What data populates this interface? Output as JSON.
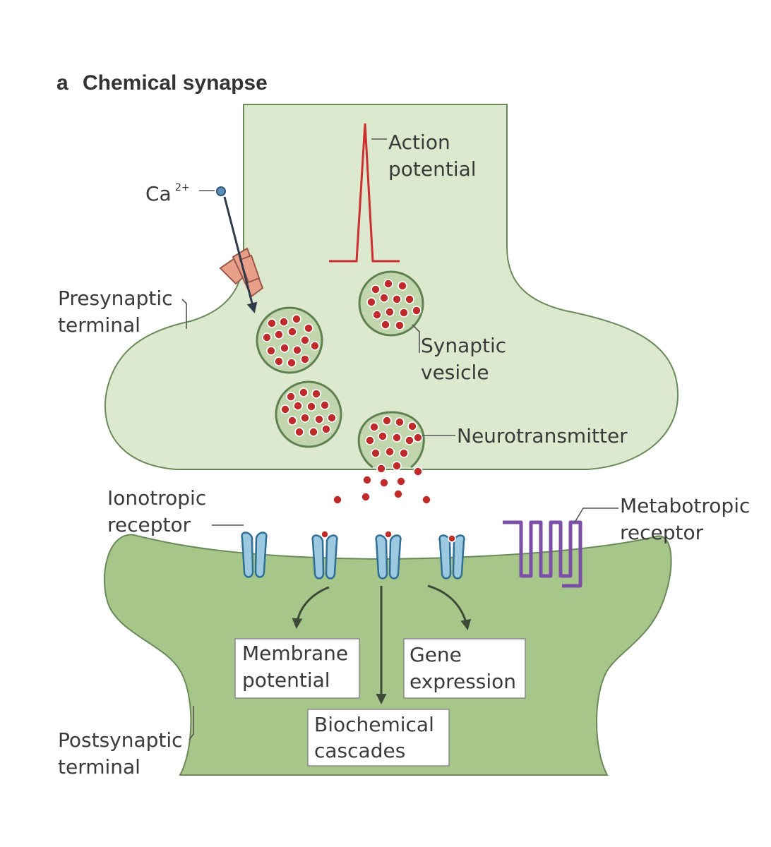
{
  "heading": {
    "letter": "a",
    "title": "Chemical synapse"
  },
  "labels": {
    "action_potential": [
      "Action",
      "potential"
    ],
    "calcium_base": "Ca",
    "calcium_superscript": "2+",
    "presynaptic_terminal": [
      "Presynaptic",
      "terminal"
    ],
    "synaptic_vesicle": [
      "Synaptic",
      "vesicle"
    ],
    "neurotransmitter": "Neurotransmitter",
    "ionotropic_receptor": [
      "Ionotropic",
      "receptor"
    ],
    "metabotropic_receptor": [
      "Metabotropic",
      "receptor"
    ],
    "postsynaptic_terminal": [
      "Postsynaptic",
      "terminal"
    ]
  },
  "boxes": {
    "membrane_potential": [
      "Membrane",
      "potential"
    ],
    "gene_expression": [
      "Gene",
      "expression"
    ],
    "biochemical_cascades": [
      "Biochemical",
      "cascades"
    ]
  },
  "colors": {
    "presynaptic_fill": "#dde9cf",
    "postsynaptic_fill": "#a7c689",
    "membrane_outline": "#6b8a5a",
    "action_potential_trace": "#cc2f2f",
    "neurotransmitter": "#c02a2a",
    "ionotropic_receptor": "#9cc8e0",
    "metabotropic_receptor": "#7b4fa8",
    "calcium_channel": "#e9a08a",
    "calcium_ion": "#5b8fb9"
  }
}
